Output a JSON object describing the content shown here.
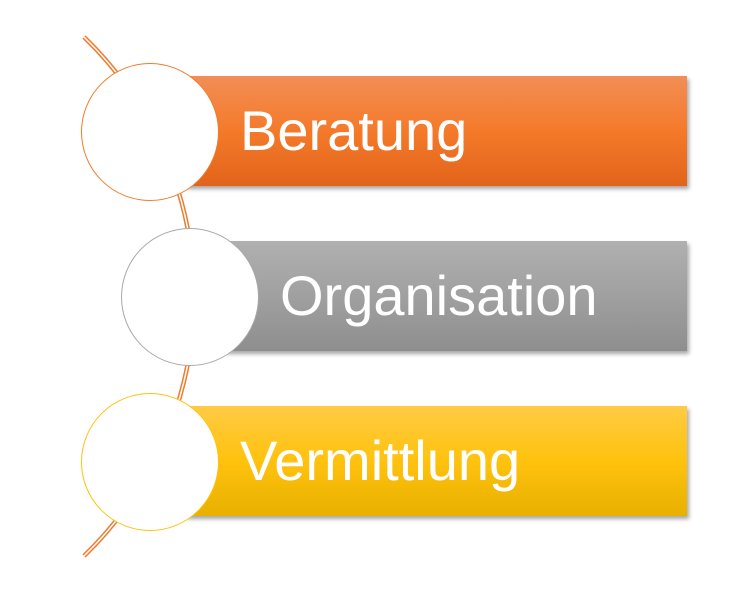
{
  "diagram": {
    "items": [
      {
        "label": "Beratung",
        "color": "#f47a2a"
      },
      {
        "label": "Organisation",
        "color": "#a0a0a0"
      },
      {
        "label": "Vermittlung",
        "color": "#ffc20e"
      }
    ],
    "connector_color": "#ee7c2e"
  }
}
